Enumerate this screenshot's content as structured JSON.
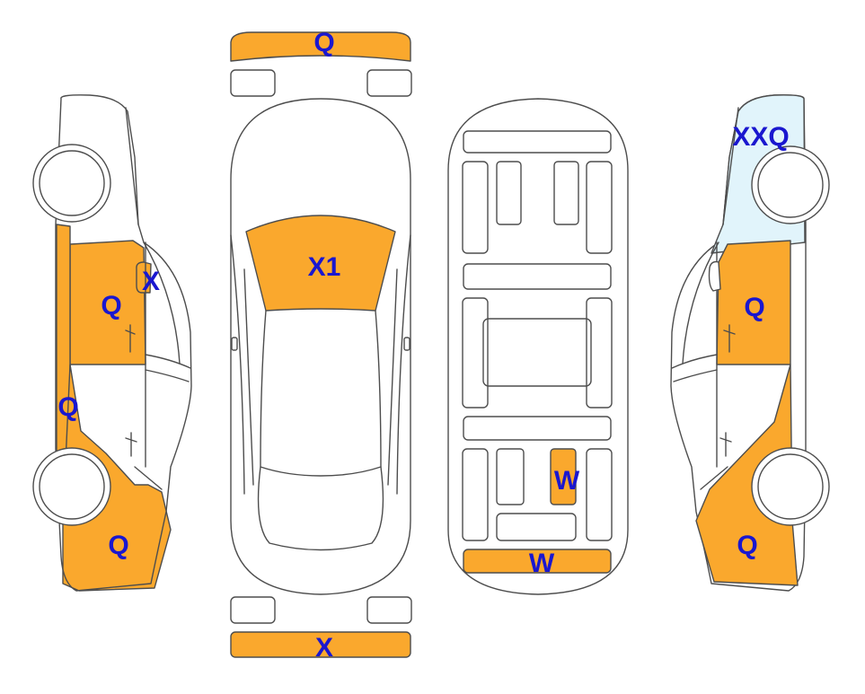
{
  "colors": {
    "damage": "#FAA82D",
    "glass_damage": "#E1F4FB",
    "outline": "#4D4D4D",
    "code_text": "#1A17CF",
    "background": "#FFFFFF"
  },
  "left_side": {
    "codes": [
      "X",
      "Q",
      "Q",
      "Q"
    ]
  },
  "top_view": {
    "front_bumper_code": "Q",
    "windshield_code": "X1",
    "rear_bumper_code": "X"
  },
  "underbody": {
    "codes": [
      "W",
      "W"
    ]
  },
  "right_side": {
    "codes": [
      "XXQ",
      "Q",
      "Q"
    ]
  }
}
